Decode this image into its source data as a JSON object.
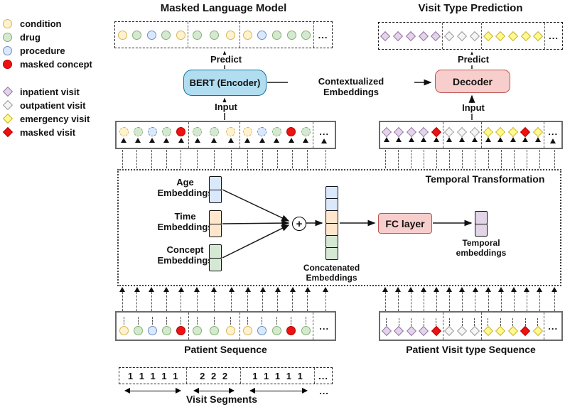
{
  "colors": {
    "condition_fill": "#FFF2CC",
    "condition_stroke": "#D6B656",
    "drug_fill": "#D5E8D4",
    "drug_stroke": "#82B366",
    "procedure_fill": "#DAE8FC",
    "procedure_stroke": "#6C8EBF",
    "masked_fill": "#EE1111",
    "masked_stroke": "#B20000",
    "inpatient_fill": "#E1D5E7",
    "inpatient_stroke": "#9673A6",
    "outpatient_fill": "#F5F5F5",
    "outpatient_stroke": "#999999",
    "emergency_fill": "#FFFA8C",
    "emergency_stroke": "#C9B037",
    "masked_visit_fill": "#EE1111",
    "masked_visit_stroke": "#B20000",
    "time_fill": "#FFE6CC",
    "time_stroke": "#D79B00",
    "bert_fill": "#B1DDF0",
    "bert_stroke": "#10739E",
    "decoder_fill": "#F8CECC",
    "decoder_stroke": "#B85450"
  },
  "ellipsis": "...",
  "legend": {
    "concepts": [
      {
        "type": "condition",
        "label": "condition"
      },
      {
        "type": "drug",
        "label": "drug"
      },
      {
        "type": "procedure",
        "label": "procedure"
      },
      {
        "type": "masked",
        "label": "masked concept"
      }
    ],
    "visits": [
      {
        "type": "inpatient",
        "label": "inpatient visit"
      },
      {
        "type": "outpatient",
        "label": "outpatient visit"
      },
      {
        "type": "emergency",
        "label": "emergency visit"
      },
      {
        "type": "masked-visit",
        "label": "masked visit"
      }
    ]
  },
  "mlm": {
    "title": "Masked Language Model",
    "predict": "Predict",
    "encoder": "BERT (Encoder)",
    "input": "Input",
    "output_cells": [
      [
        "condition",
        "drug",
        "procedure",
        "drug",
        "condition"
      ],
      [
        "drug",
        "drug",
        "condition"
      ],
      [
        "condition",
        "procedure",
        "drug",
        "drug",
        "drug"
      ]
    ],
    "input_cells": [
      [
        "condition",
        "drug",
        "procedure",
        "drug",
        "masked"
      ],
      [
        "drug",
        "drug",
        "condition"
      ],
      [
        "condition",
        "procedure",
        "drug",
        "masked",
        "drug"
      ]
    ]
  },
  "vtp": {
    "title": "Visit Type Prediction",
    "predict": "Predict",
    "decoder": "Decoder",
    "input": "Input",
    "output_cells": [
      [
        "inpatient",
        "inpatient",
        "inpatient",
        "inpatient",
        "inpatient"
      ],
      [
        "outpatient",
        "outpatient",
        "outpatient"
      ],
      [
        "emergency",
        "emergency",
        "emergency",
        "emergency",
        "emergency"
      ]
    ],
    "input_cells": [
      [
        "inpatient",
        "inpatient",
        "inpatient",
        "inpatient",
        "masked-visit"
      ],
      [
        "outpatient",
        "outpatient",
        "outpatient"
      ],
      [
        "emergency",
        "emergency",
        "emergency",
        "masked-visit",
        "emergency"
      ]
    ]
  },
  "contextualized": "Contextualized Embeddings",
  "temporal": {
    "title": "Temporal Transformation",
    "age": "Age Embeddings",
    "time": "Time Embeddings",
    "concept": "Concept Embeddings",
    "plus": "+",
    "concatenated": "Concatenated Embeddings",
    "fc": "FC layer",
    "output": "Temporal embeddings"
  },
  "patient_sequence": {
    "label": "Patient Sequence",
    "cells": [
      [
        "condition",
        "drug",
        "procedure",
        "drug",
        "masked"
      ],
      [
        "drug",
        "drug",
        "condition"
      ],
      [
        "condition",
        "procedure",
        "drug",
        "masked",
        "drug"
      ]
    ]
  },
  "visit_sequence": {
    "label": "Patient Visit type Sequence",
    "cells": [
      [
        "inpatient",
        "inpatient",
        "inpatient",
        "inpatient",
        "masked-visit"
      ],
      [
        "outpatient",
        "outpatient",
        "outpatient"
      ],
      [
        "emergency",
        "emergency",
        "emergency",
        "masked-visit",
        "emergency"
      ]
    ]
  },
  "visit_segments": {
    "label": "Visit Segments",
    "cells": [
      "1 1 1 1 1",
      "2 2 2",
      "1 1 1 1 1"
    ]
  }
}
